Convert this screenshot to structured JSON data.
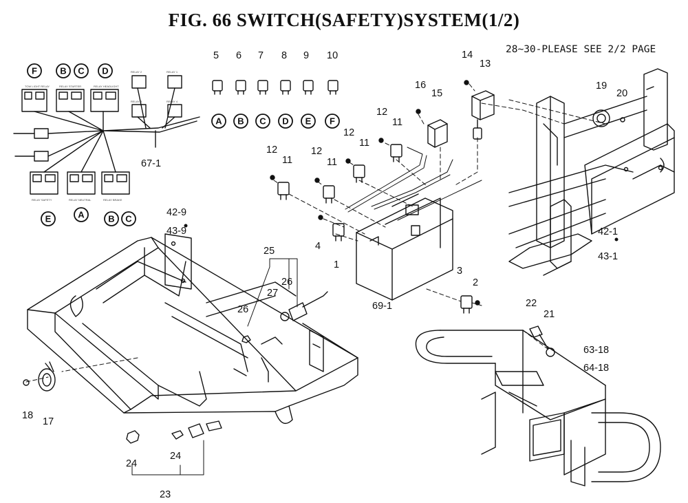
{
  "title": "FIG. 66  SWITCH(SAFETY)SYSTEM(1/2)",
  "note": "28~30-PLEASE SEE 2/2 PAGE",
  "callouts": [
    {
      "id": "c5",
      "label": "5"
    },
    {
      "id": "c6",
      "label": "6"
    },
    {
      "id": "c7",
      "label": "7"
    },
    {
      "id": "c8",
      "label": "8"
    },
    {
      "id": "c9",
      "label": "9"
    },
    {
      "id": "c10",
      "label": "10"
    },
    {
      "id": "c14",
      "label": "14"
    },
    {
      "id": "c13",
      "label": "13"
    },
    {
      "id": "c16",
      "label": "16"
    },
    {
      "id": "c15",
      "label": "15"
    },
    {
      "id": "c12a",
      "label": "12"
    },
    {
      "id": "c11a",
      "label": "11"
    },
    {
      "id": "c12b",
      "label": "12"
    },
    {
      "id": "c11b",
      "label": "11"
    },
    {
      "id": "c12c",
      "label": "12"
    },
    {
      "id": "c11c",
      "label": "11"
    },
    {
      "id": "c12d",
      "label": "12"
    },
    {
      "id": "c11d",
      "label": "11"
    },
    {
      "id": "c19",
      "label": "19"
    },
    {
      "id": "c20",
      "label": "20"
    },
    {
      "id": "c67",
      "label": "67-1"
    },
    {
      "id": "c42_9",
      "label": "42-9"
    },
    {
      "id": "c43_9",
      "label": "43-9"
    },
    {
      "id": "c4",
      "label": "4"
    },
    {
      "id": "c1",
      "label": "1"
    },
    {
      "id": "c25",
      "label": "25"
    },
    {
      "id": "c27",
      "label": "27"
    },
    {
      "id": "c26a",
      "label": "26"
    },
    {
      "id": "c26b",
      "label": "26"
    },
    {
      "id": "c3",
      "label": "3"
    },
    {
      "id": "c2",
      "label": "2"
    },
    {
      "id": "c69",
      "label": "69-1"
    },
    {
      "id": "c42_1",
      "label": "42-1"
    },
    {
      "id": "c43_1",
      "label": "43-1"
    },
    {
      "id": "c22",
      "label": "22"
    },
    {
      "id": "c21",
      "label": "21"
    },
    {
      "id": "c63",
      "label": "63-18"
    },
    {
      "id": "c64",
      "label": "64-18"
    },
    {
      "id": "c18",
      "label": "18"
    },
    {
      "id": "c17",
      "label": "17"
    },
    {
      "id": "c24a",
      "label": "24"
    },
    {
      "id": "c24b",
      "label": "24"
    },
    {
      "id": "c23",
      "label": "23"
    }
  ],
  "circle_markers": [
    {
      "id": "m_top_a",
      "label": "A"
    },
    {
      "id": "m_top_b",
      "label": "B"
    },
    {
      "id": "m_top_c",
      "label": "C"
    },
    {
      "id": "m_top_d",
      "label": "D"
    },
    {
      "id": "m_top_e",
      "label": "E"
    },
    {
      "id": "m_top_f",
      "label": "F"
    },
    {
      "id": "m_h_f",
      "label": "F"
    },
    {
      "id": "m_h_b",
      "label": "B"
    },
    {
      "id": "m_h_c",
      "label": "C"
    },
    {
      "id": "m_h_d",
      "label": "D"
    },
    {
      "id": "m_h_e",
      "label": "E"
    },
    {
      "id": "m_h_a",
      "label": "A"
    },
    {
      "id": "m_h_b2",
      "label": "B"
    },
    {
      "id": "m_h_c2",
      "label": "C"
    }
  ]
}
